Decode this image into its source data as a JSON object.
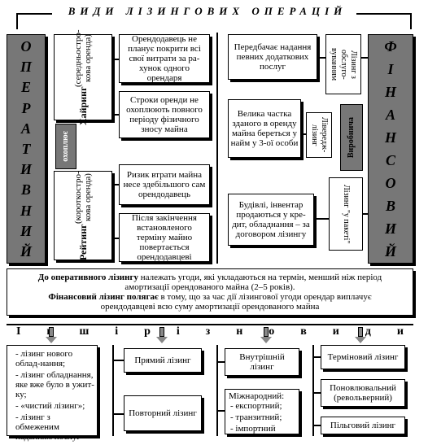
{
  "title": "ВИДИ ЛІЗИНГОВИХ ОПЕРАЦІЙ",
  "operative": {
    "letters": [
      "О",
      "П",
      "Е",
      "Р",
      "А",
      "Т",
      "И",
      "В",
      "Н",
      "И",
      "Й"
    ],
    "hiring_title": "Хайринг",
    "hiring_sub": "(середньостро-кова оренда)",
    "hiring_desc1": "Орендодавець не планує покрити всі свої витрати за ра-хунок одного орендаря",
    "hiring_desc2": "Строки оренди не охоплюють повного періоду фізичного зносу майна",
    "covers": "охоплює",
    "rating_title": "Рейтинг",
    "rating_sub": "(короткостро-кова оренда)",
    "rating_desc1": "Ризик втрати майна несе здебільшого сам орендодавець",
    "rating_desc2": "Після закінчення встановленого терміну майно повертається орендодавцеві"
  },
  "financial": {
    "letters": [
      "Ф",
      "І",
      "Н",
      "А",
      "Н",
      "С",
      "О",
      "В",
      "И",
      "Й"
    ],
    "desc1": "Передбачає надання певних додаткових послуг",
    "type1": "Лізинг з обслуго-вуванням",
    "desc2": "Велика частка зданого в оренду майна береться у найм у 3-ої особи",
    "type2": "Лівередж-лізинг",
    "manufacturer": "Виробнича",
    "desc3": "Будівлі, інвентар продаються у кре-дит, обладнання – за договором лізингу",
    "type3": "Лізинг \"у пакеті\""
  },
  "definition": {
    "op_bold": "До оперативного лізингу",
    "op_text": " належать угоди, які укладаються на термін, менший ніж період амортизації орендованого майна (2–5 років).",
    "fin_bold": "Фінансовий лізинг полягає",
    "fin_text": " в тому, що за час дії лізингової угоди орендар виплачує орендодавцеві всю суму амортизації орендованого майна"
  },
  "others_heading": [
    "І",
    "н",
    "ш",
    "і",
    "р",
    "і",
    "з",
    "н",
    "о",
    "в",
    "и",
    "д",
    "и"
  ],
  "others": {
    "col1": [
      "- лізинг нового облад-нання;",
      "- лізинг обладнання, яке вже було в ужит-ку;",
      "- «чистий лізинг»;",
      "- лізинг з обмеженим наданням послуг"
    ],
    "direct": "Прямий лізинг",
    "repeat": "Повторний лізинг",
    "domestic": "Внутрішній лізинг",
    "international": "Міжнародний:",
    "intl_items": [
      "- експортний;",
      "- транзитний;",
      "- імпортний"
    ],
    "term": "Терміновий лізинг",
    "renewable": "Поновлювальний (револьверний)",
    "preferential": "Пільговий лізинг"
  }
}
